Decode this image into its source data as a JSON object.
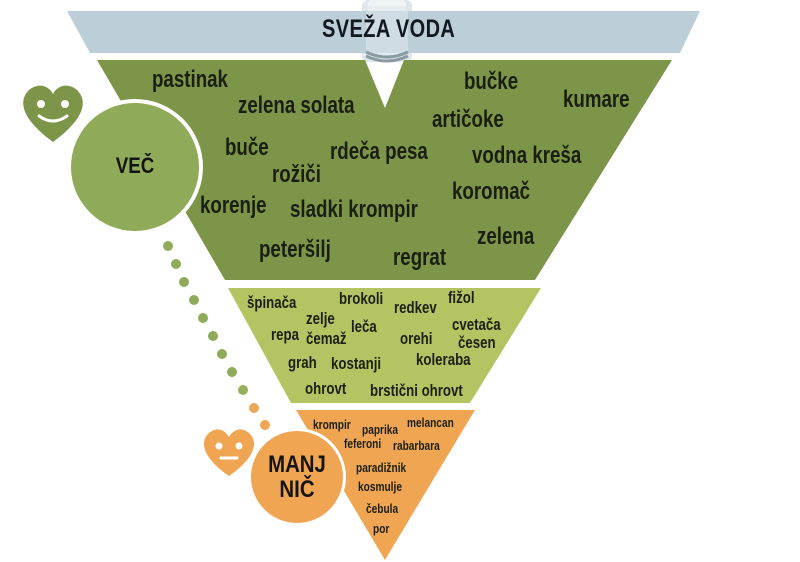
{
  "title": "SVEŽA VODA",
  "colors": {
    "water": "#bccfd8",
    "more_green": "#7d9549",
    "medium_green": "#b5c463",
    "orange": "#f0a552",
    "more_circle": "#8fab5a",
    "text": "#1a1f12"
  },
  "tiers": {
    "more": {
      "label": "VEČ",
      "icon": "smiling-heart-icon",
      "items": [
        "pastinak",
        "zelena solata",
        "bučke",
        "kumare",
        "artičoke",
        "buče",
        "rdeča pesa",
        "vodna kreša",
        "rožiči",
        "koromač",
        "korenje",
        "sladki krompir",
        "zelena",
        "peteršilj",
        "regrat"
      ]
    },
    "medium": {
      "items": [
        "špinača",
        "brokoli",
        "redkev",
        "fižol",
        "zelje",
        "leča",
        "cvetača",
        "repa",
        "čemaž",
        "orehi",
        "česen",
        "grah",
        "kostanji",
        "koleraba",
        "ohrovt",
        "brstični ohrovt"
      ]
    },
    "less": {
      "label_line1": "MANJ",
      "label_line2": "NIČ",
      "icon": "neutral-heart-icon",
      "items": [
        "krompir",
        "paprika",
        "melancan",
        "feferoni",
        "rabarbara",
        "paradižnik",
        "kosmulje",
        "čebula",
        "por"
      ]
    }
  }
}
